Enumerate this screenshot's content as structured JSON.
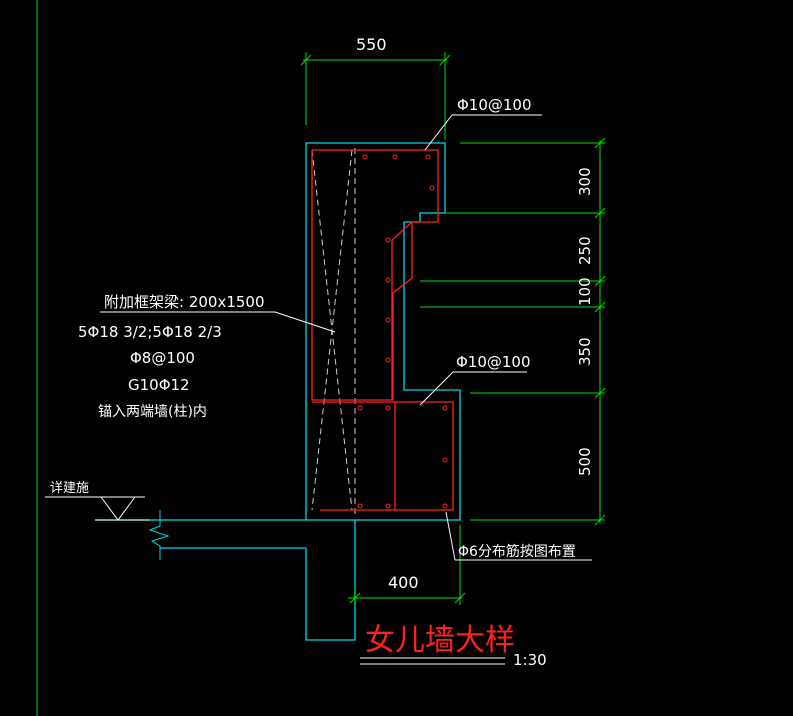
{
  "colors": {
    "background": "#000000",
    "dimension": "#00e000",
    "outline": "#00d8e8",
    "rebar": "#ff2020",
    "hidden_beam": "#cccccc",
    "text": "#ffffff",
    "title": "#ff2020"
  },
  "dimensions": {
    "top_width": "550",
    "bottom_width": "400",
    "heights": [
      "300",
      "250",
      "100",
      "350",
      "500"
    ]
  },
  "labels": {
    "top_rebar": "Φ10@100",
    "lower_rebar": "Φ10@100",
    "distribution_rebar": "Φ6分布筋按图布置",
    "building_ref": "详建施"
  },
  "beam_note": {
    "line1": "附加框架梁: 200x1500",
    "line2": "5Φ18  3/2;5Φ18  2/3",
    "line3": "Φ8@100",
    "line4": "G10Φ12",
    "line5": "锚入两端墙(柱)内"
  },
  "title": {
    "text": "女儿墙大样",
    "scale": "1:30"
  }
}
